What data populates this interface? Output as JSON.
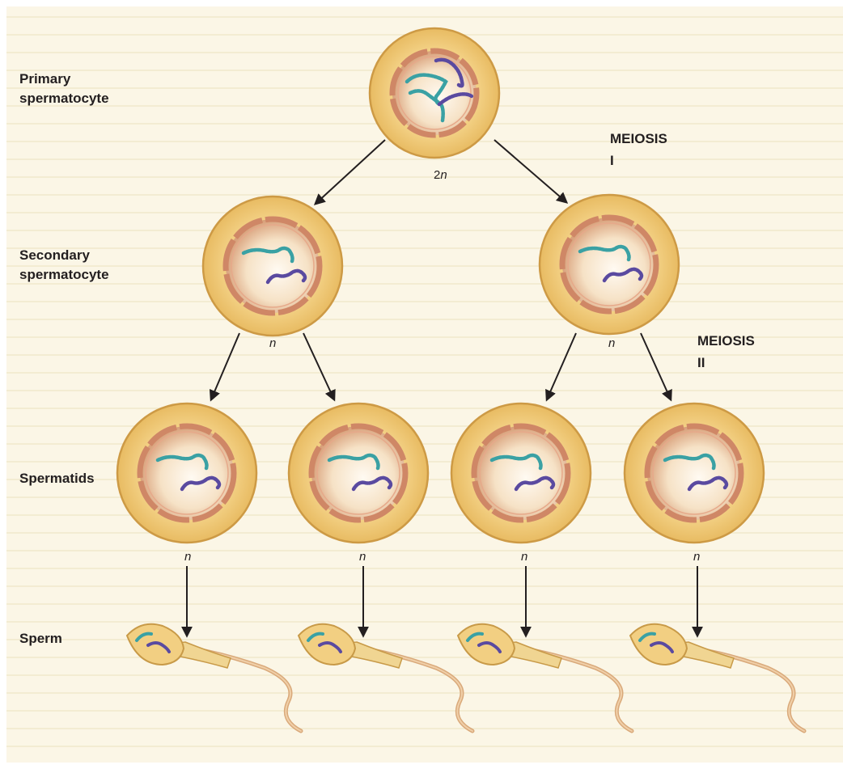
{
  "labels": {
    "primary_line1": "Primary",
    "primary_line2": "spermatocyte",
    "secondary_line1": "Secondary",
    "secondary_line2": "spermatocyte",
    "spermatids": "Spermatids",
    "sperm": "Sperm"
  },
  "phases": {
    "meiosis1_line1": "MEIOSIS",
    "meiosis1_line2": "I",
    "meiosis2_line1": "MEIOSIS",
    "meiosis2_line2": "II"
  },
  "ploidy": {
    "primary_num": "2",
    "haploid": "n"
  },
  "colors": {
    "background": "#ffffff",
    "panel": "#fbf6e6",
    "stripe": "#f3ecd2",
    "cell_outer": "#f2cf82",
    "cell_rim": "#cd9a45",
    "nuclear_envelope": "#cf8766",
    "nucleoplasm": "#f8e6cc",
    "chromosome_teal": "#3aa1a4",
    "chromosome_purple": "#5a4aa0",
    "tail": "#e3b88a",
    "arrow": "#231f20"
  }
}
